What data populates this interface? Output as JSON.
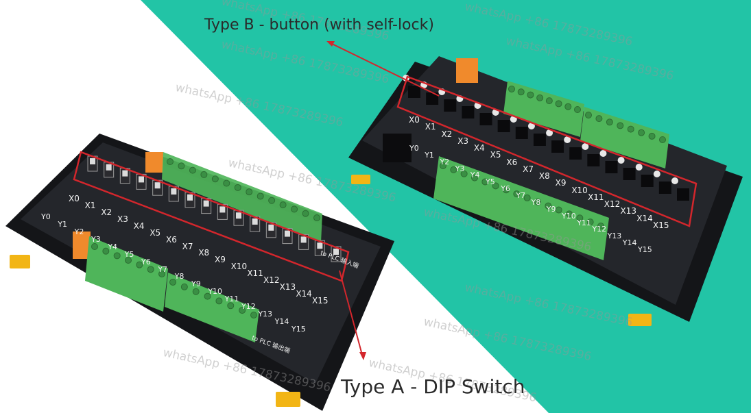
{
  "captions": {
    "type_b": "Type B - button (with self-lock)",
    "type_a": "Type A - DIP Switch"
  },
  "watermark": "whatsApp +86 17873289396",
  "board_a": {
    "input_labels": [
      "X0",
      "X1",
      "X2",
      "X3",
      "X4",
      "X5",
      "X6",
      "X7",
      "X8",
      "X9",
      "X10",
      "X11",
      "X12",
      "X13",
      "X14",
      "X15"
    ],
    "output_labels": [
      "Y0",
      "Y1",
      "Y2",
      "Y3",
      "Y4",
      "Y5",
      "Y6",
      "Y7",
      "Y8",
      "Y9",
      "Y10",
      "Y11",
      "Y12",
      "Y13",
      "Y14",
      "Y15"
    ],
    "plc_input_text": "to PLC 输入端",
    "plc_output_text": "to PLC 输出端"
  },
  "board_b": {
    "input_labels": [
      "X0",
      "X1",
      "X2",
      "X3",
      "X4",
      "X5",
      "X6",
      "X7",
      "X8",
      "X9",
      "X10",
      "X11",
      "X12",
      "X13",
      "X14",
      "X15"
    ],
    "output_labels": [
      "Y0",
      "Y1",
      "Y2",
      "Y3",
      "Y4",
      "Y5",
      "Y6",
      "Y7",
      "Y8",
      "Y9",
      "Y10",
      "Y11",
      "Y12",
      "Y13",
      "Y14",
      "Y15"
    ]
  },
  "colors": {
    "teal_background": "#22c4a6",
    "board_black": "#1c1e22",
    "terminal_green": "#4fb55a",
    "terminal_orange": "#f08a2c",
    "highlight_red": "#d3262c",
    "foot_yellow": "#f2b515"
  }
}
